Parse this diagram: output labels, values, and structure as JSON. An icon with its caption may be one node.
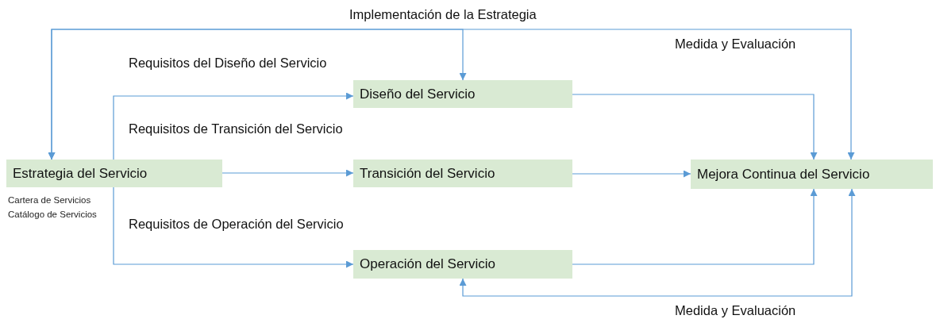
{
  "diagram": {
    "nodes": [
      {
        "text": [
          "Estrategia del Servicio"
        ],
        "beside": [
          "Cartera de Servicios",
          "Catálogo de Servicios"
        ]
      },
      {
        "text": [
          "Diseño del Servicio"
        ]
      },
      {
        "text": [
          "Transición del Servicio"
        ]
      },
      {
        "text": [
          "Operación del Servicio"
        ]
      },
      {
        "text": [
          "Mejora Continua del Servicio"
        ]
      }
    ],
    "edges": [
      {
        "from": 0,
        "to": 1,
        "arrow": "to",
        "label": "Requisitos del Diseño del Servicio"
      },
      {
        "from": 0,
        "to": 2,
        "arrow": "to",
        "label": "Requisitos de Transición del Servicio"
      },
      {
        "from": 0,
        "to": 3,
        "arrow": "to",
        "label": "Requisitos de Operación del Servicio"
      },
      {
        "from": 1,
        "to": 4,
        "arrow": "to"
      },
      {
        "from": 2,
        "to": 4,
        "arrow": "to"
      },
      {
        "from": 3,
        "to": 4,
        "arrow": "to"
      },
      {
        "from": 4,
        "to": 3,
        "arrow": "both",
        "label": "Medida y Evaluación"
      },
      {
        "from": 0,
        "to": 1,
        "arrow": "both",
        "label": "Implementación de la Estrategia"
      },
      {
        "from": 4,
        "to": 0,
        "arrow": "both",
        "label": "Medida y Evaluación"
      }
    ]
  }
}
